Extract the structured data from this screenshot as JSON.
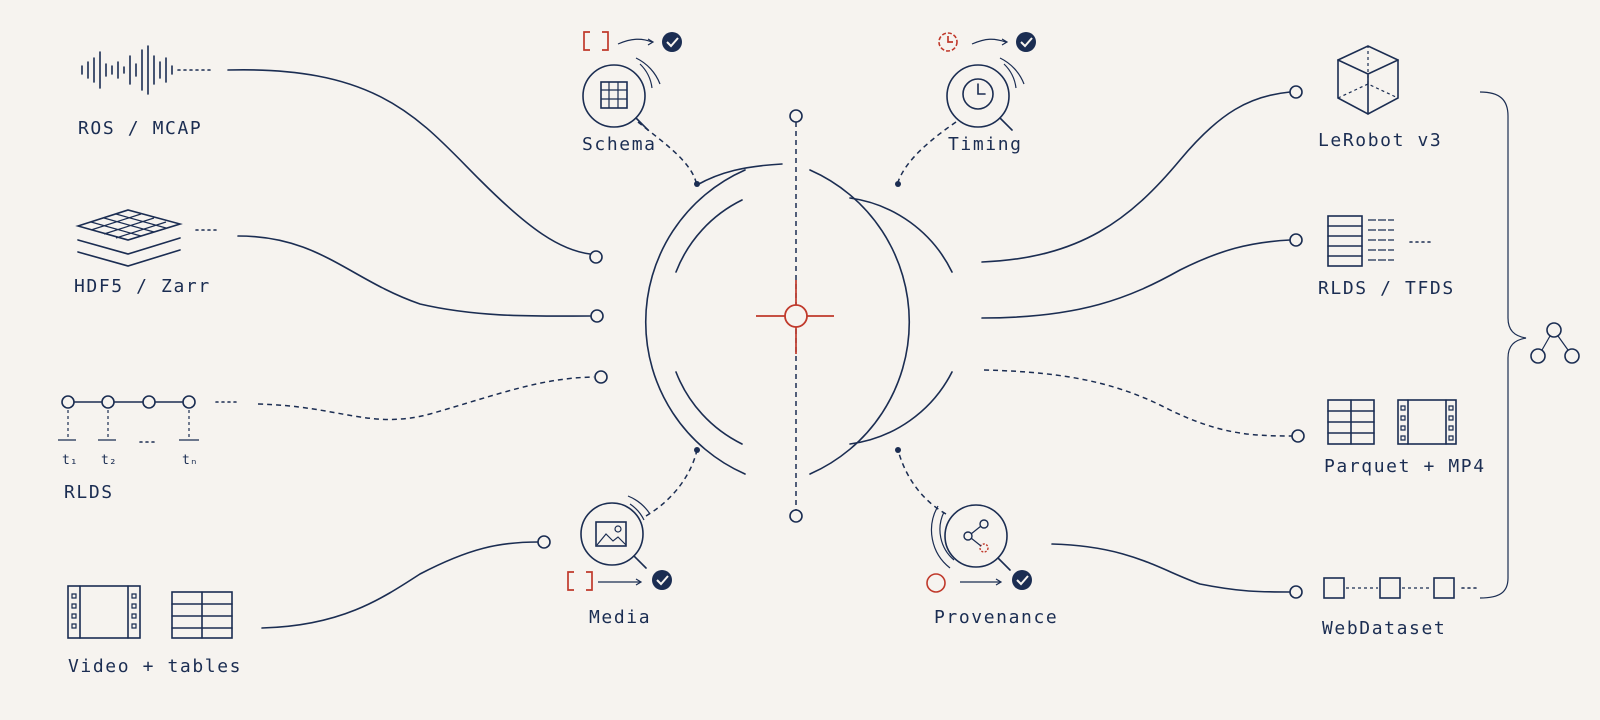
{
  "inputs": {
    "ros": "ROS / MCAP",
    "hdf5": "HDF5 / Zarr",
    "rlds": "RLDS",
    "video": "Video + tables",
    "t1": "t₁",
    "t2": "t₂",
    "tdots": "…",
    "tn": "tₙ"
  },
  "checks": {
    "schema": "Schema",
    "timing": "Timing",
    "media": "Media",
    "provenance": "Provenance"
  },
  "outputs": {
    "lerobot": "LeRobot v3",
    "rlds_tfds": "RLDS / TFDS",
    "parquet": "Parquet + MP4",
    "webdataset": "WebDataset"
  },
  "colors": {
    "ink": "#1b2d52",
    "accent": "#c0392b",
    "background": "#f6f3ef"
  },
  "icons": [
    "waveform-icon",
    "layered-grid-icon",
    "timeline-icon",
    "film-strip-icon",
    "table-icon",
    "magnifier-grid-icon",
    "magnifier-clock-icon",
    "magnifier-image-icon",
    "magnifier-share-icon",
    "checkmark-icon",
    "cube-icon",
    "list-table-icon",
    "chain-icon",
    "hierarchy-icon",
    "crosshair-icon"
  ]
}
